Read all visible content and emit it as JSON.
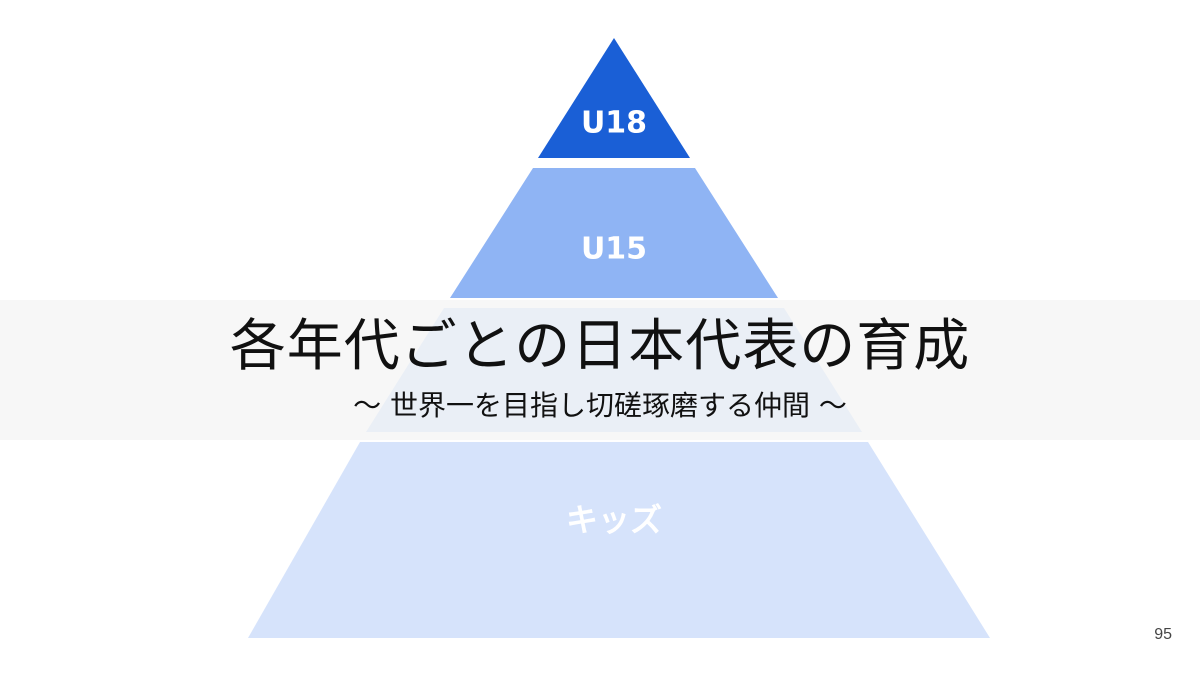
{
  "slide": {
    "title": "各年代ごとの日本代表の育成",
    "subtitle": "〜 世界一を目指し切磋琢磨する仲間 〜",
    "page_number": "95"
  },
  "pyramid": {
    "tiers": [
      {
        "label": "U18",
        "color": "#1a5fd6"
      },
      {
        "label": "U15",
        "color": "#8fb4f4"
      },
      {
        "label": "",
        "color": "#b7cff7"
      },
      {
        "label": "キッズ",
        "color": "#d6e3fb"
      }
    ]
  }
}
